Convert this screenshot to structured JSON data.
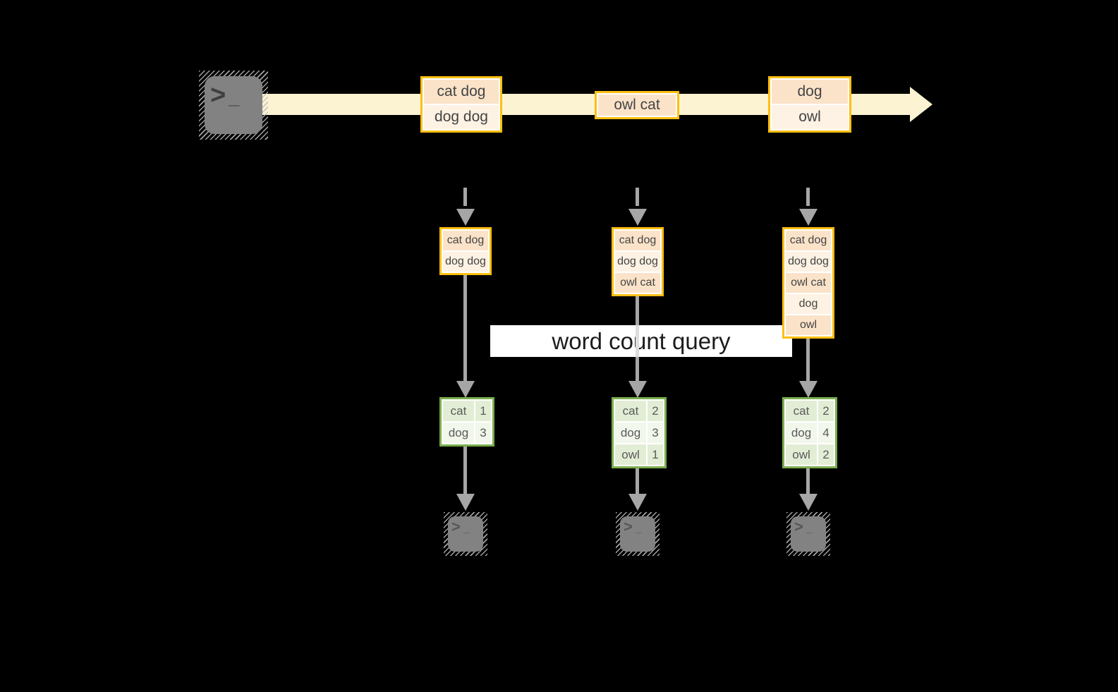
{
  "colors": {
    "background": "#000000",
    "gold_border": "#fdbf12",
    "cell_peach": "#fbe3c9",
    "cell_cream": "#fdf2e3",
    "stream_band": "#fcf3d2",
    "arrow_gray": "#a6a6a6",
    "green_border": "#79ae4d",
    "green_light": "#e2edd5",
    "green_pale": "#f2f7ec",
    "terminal_gray": "#828282"
  },
  "icons": {
    "source": "terminal-icon",
    "sink": "terminal-icon",
    "stream_arrow": "arrow-right-icon",
    "flow_arrow": "arrow-down-icon"
  },
  "glyphs": {
    "prompt_chevron": ">",
    "prompt_underscore": "_"
  },
  "label": {
    "text": "word count query"
  },
  "stream": {
    "events": [
      {
        "cells": [
          "cat dog",
          "dog dog"
        ]
      },
      {
        "cells": [
          "owl cat"
        ]
      },
      {
        "cells": [
          "dog",
          "owl"
        ]
      }
    ]
  },
  "columns": [
    {
      "state": [
        "cat dog",
        "dog dog"
      ],
      "counts": [
        {
          "word": "cat",
          "count": "1"
        },
        {
          "word": "dog",
          "count": "3"
        }
      ]
    },
    {
      "state": [
        "cat dog",
        "dog dog",
        "owl cat"
      ],
      "counts": [
        {
          "word": "cat",
          "count": "2"
        },
        {
          "word": "dog",
          "count": "3"
        },
        {
          "word": "owl",
          "count": "1"
        }
      ]
    },
    {
      "state": [
        "cat dog",
        "dog dog",
        "owl cat",
        "dog",
        "owl"
      ],
      "counts": [
        {
          "word": "cat",
          "count": "2"
        },
        {
          "word": "dog",
          "count": "4"
        },
        {
          "word": "owl",
          "count": "2"
        }
      ]
    }
  ]
}
